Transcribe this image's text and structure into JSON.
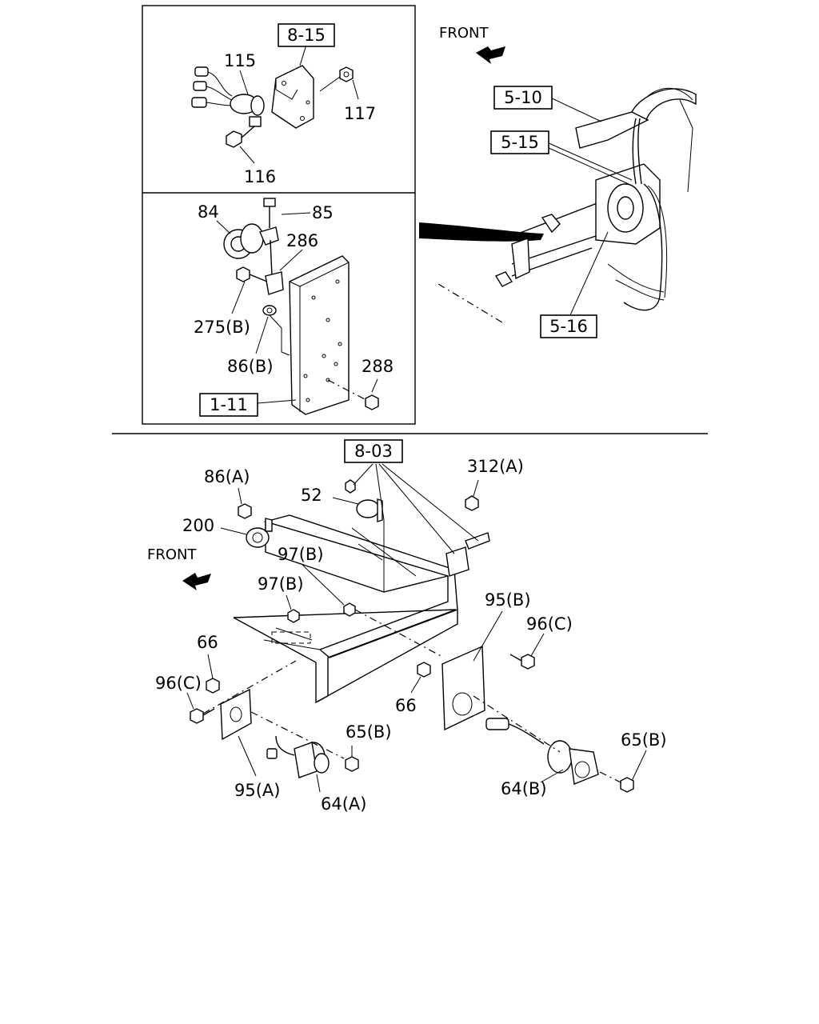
{
  "labels": {
    "front_top": "FRONT",
    "front_bottom": "FRONT",
    "ref_8_15": "8-15",
    "ref_5_10": "5-10",
    "ref_5_15": "5-15",
    "ref_5_16": "5-16",
    "ref_1_11": "1-11",
    "ref_8_03": "8-03",
    "p115": "115",
    "p116": "116",
    "p117": "117",
    "p84": "84",
    "p85": "85",
    "p286": "286",
    "p275b": "275(B)",
    "p86b": "86(B)",
    "p288": "288",
    "p86a": "86(A)",
    "p52": "52",
    "p312a": "312(A)",
    "p200": "200",
    "p97b_1": "97(B)",
    "p97b_2": "97(B)",
    "p95b": "95(B)",
    "p96c_r": "96(C)",
    "p66_l": "66",
    "p96c_l": "96(C)",
    "p66_c": "66",
    "p65b_c": "65(B)",
    "p65b_r": "65(B)",
    "p95a": "95(A)",
    "p64a": "64(A)",
    "p64b": "64(B)"
  }
}
